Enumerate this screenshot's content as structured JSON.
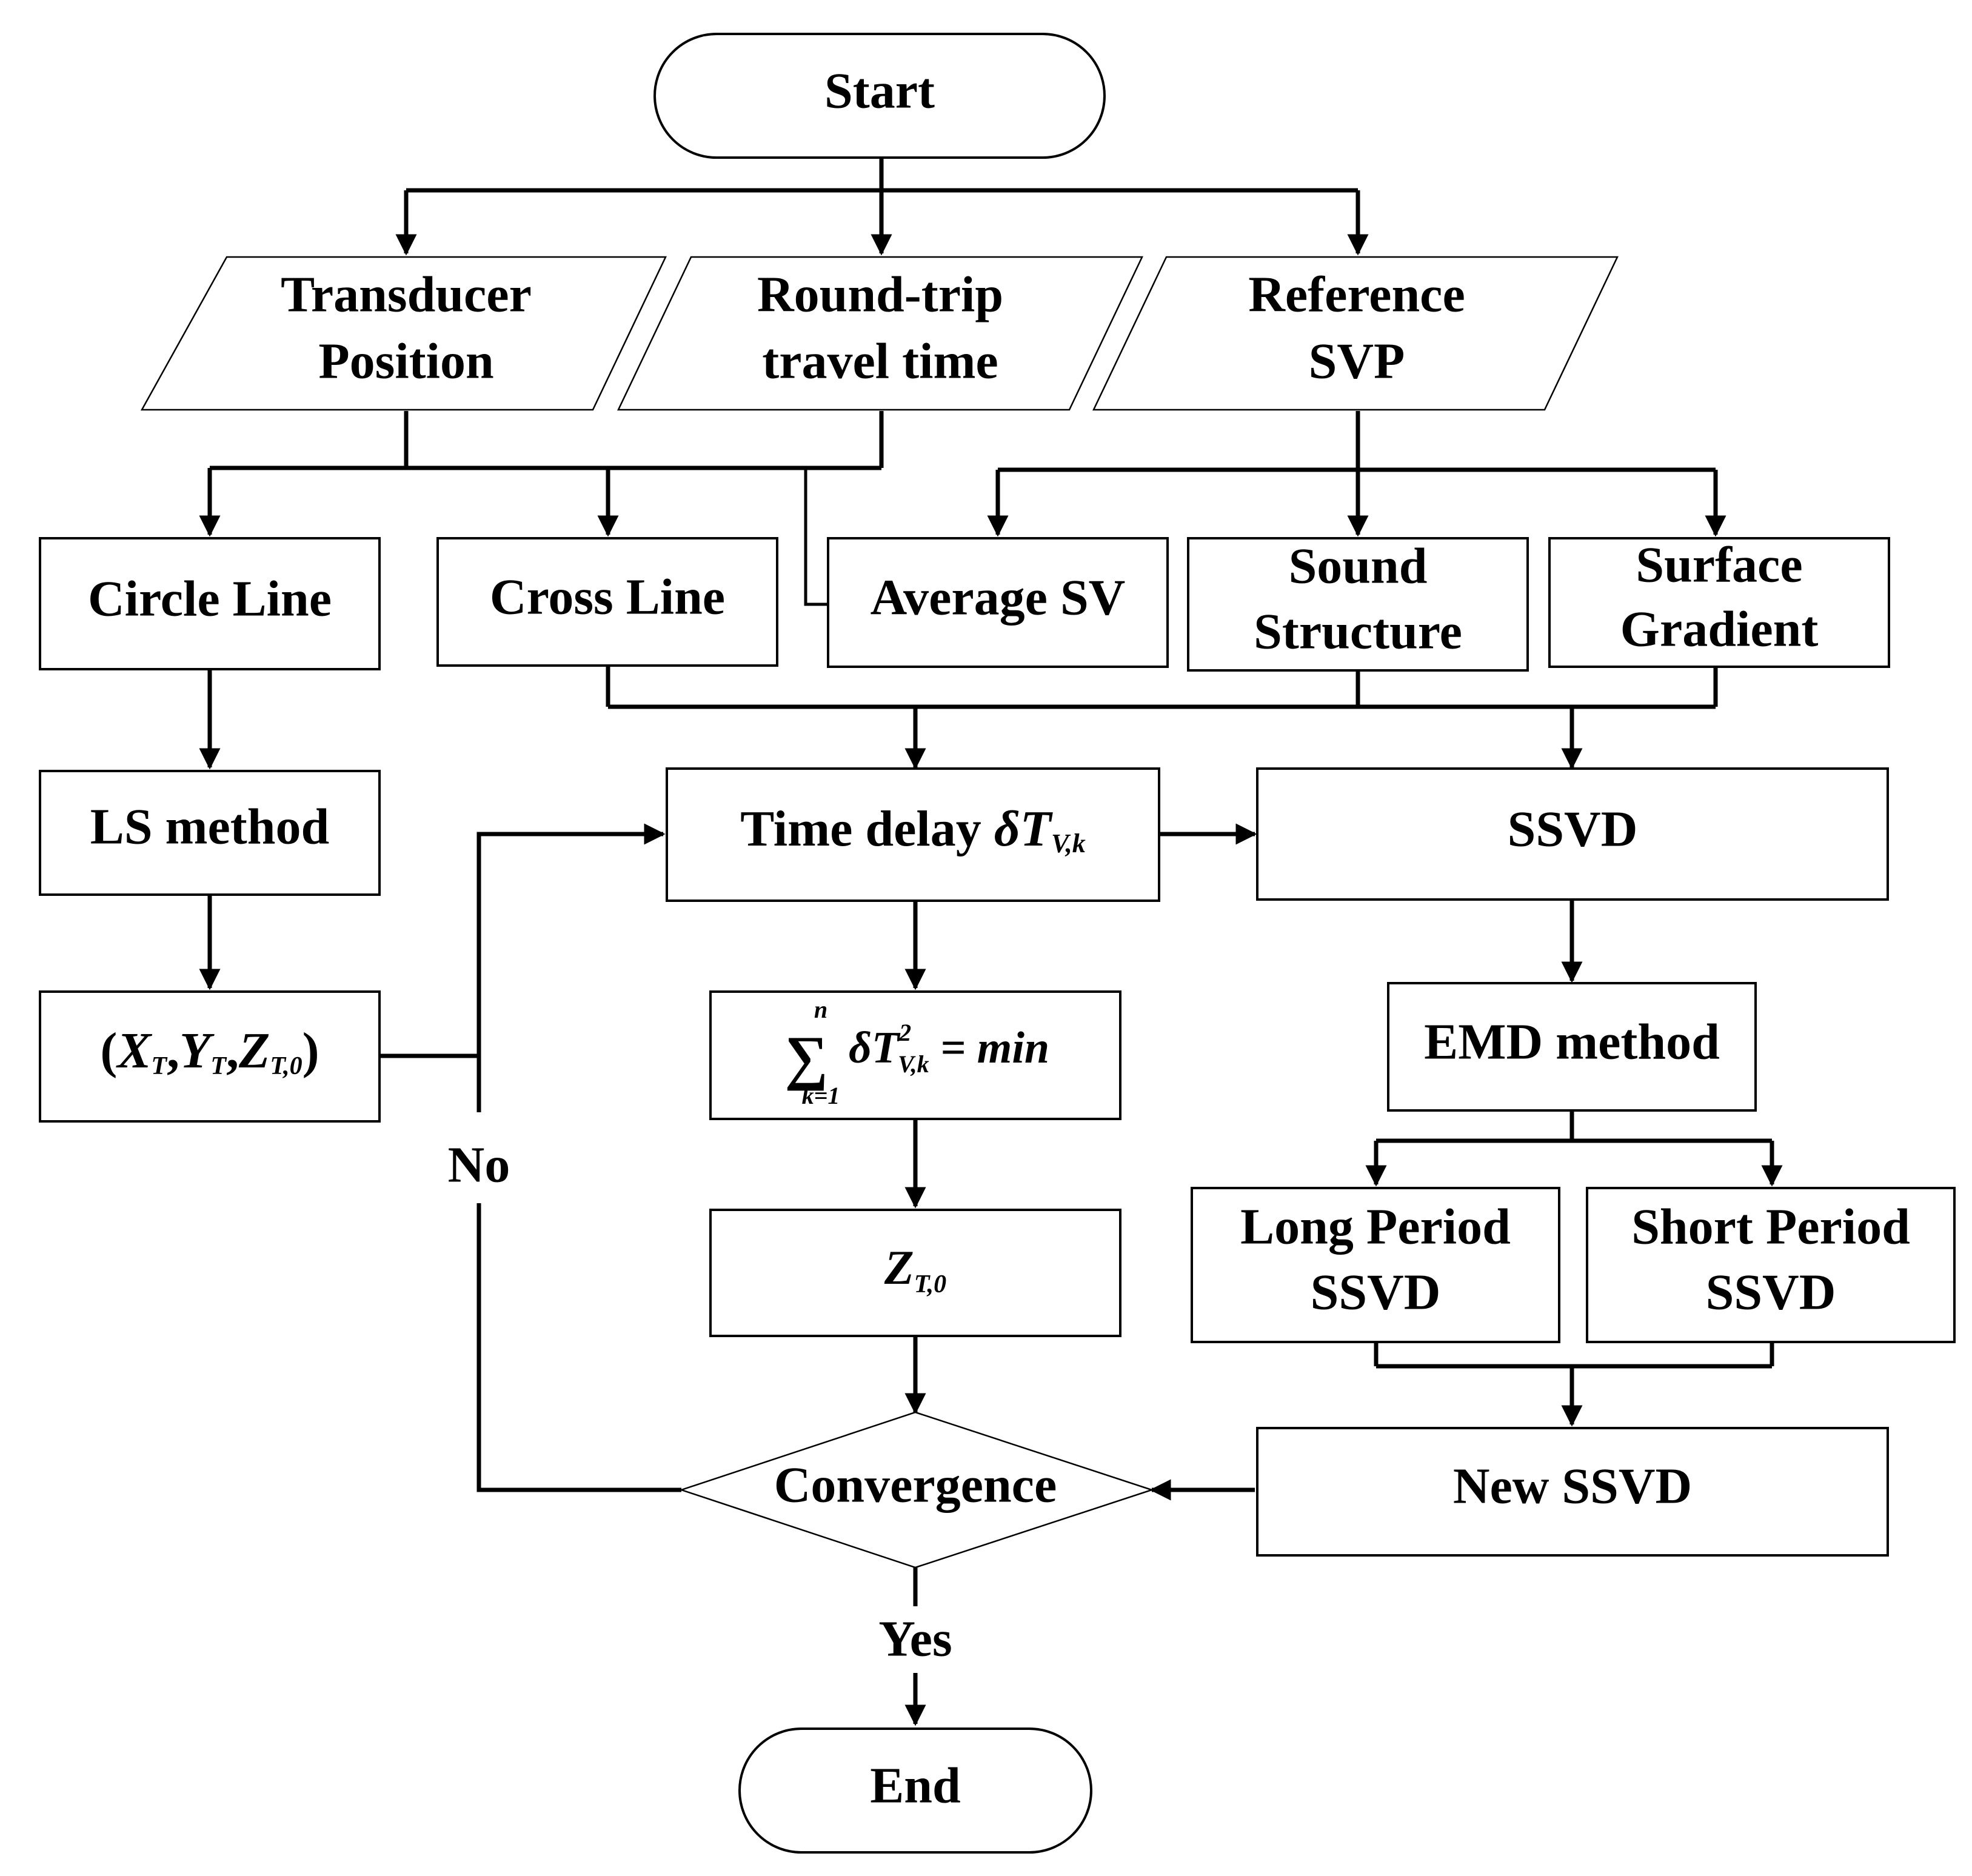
{
  "nodes": {
    "start": "Start",
    "transducer": [
      "Transducer",
      "Position"
    ],
    "roundtrip": [
      "Round-trip",
      "travel time"
    ],
    "reference": [
      "Reference",
      "SVP"
    ],
    "circle_line": "Circle Line",
    "cross_line": "Cross Line",
    "average_sv": "Average SV",
    "sound_structure": [
      "Sound",
      "Structure"
    ],
    "surface_gradient": [
      "Surface",
      "Gradient"
    ],
    "ls_method": "LS method",
    "position_result": {
      "open": "(",
      "x": "X",
      "x_sub": "T",
      "c1": ",",
      "y": "Y",
      "y_sub": "T",
      "c2": ",",
      "z": "Z",
      "z_sub": "T,0",
      "close": ")"
    },
    "time_delay": {
      "text": "Time delay ",
      "delta": "δ",
      "t": "T",
      "sub": "V,k"
    },
    "ssvd": "SSVD",
    "sum_min": {
      "sigma": "∑",
      "upper": "n",
      "lower": "k=1",
      "delta": "δ",
      "t": "T",
      "sup": "2",
      "sub": "V,k",
      "rest": " = min"
    },
    "emd_method": "EMD method",
    "long_period": [
      "Long Period",
      "SSVD"
    ],
    "short_period": [
      "Short Period",
      "SSVD"
    ],
    "z_result": {
      "z": "Z",
      "sub": "T,0"
    },
    "convergence": "Convergence",
    "new_ssvd": "New SSVD",
    "end": "End"
  },
  "edge_labels": {
    "no": "No",
    "yes": "Yes"
  }
}
